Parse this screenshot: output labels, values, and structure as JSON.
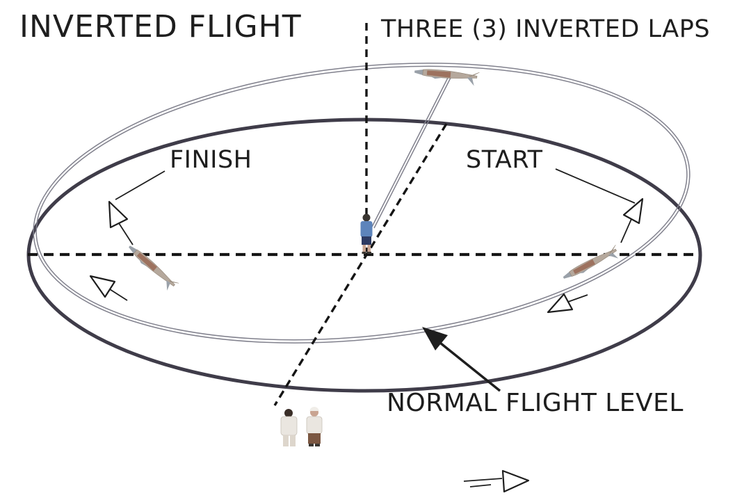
{
  "title": "INVERTED FLIGHT",
  "lap_note": "THREE (3) INVERTED LAPS",
  "labels": {
    "finish": "FINISH",
    "start": "START",
    "normal_flight_level": "NORMAL FLIGHT LEVEL"
  },
  "colors": {
    "background": "#ffffff",
    "ink": "#1e1e1e",
    "normal_level_ring": "#3f3c49",
    "inverted_path": "#81818d",
    "dashed_line": "#151515",
    "pilot_shirt": "#5d84bb",
    "pilot_shorts": "#2d3a62",
    "pilot_skin": "#c9a491",
    "plane_body": "#b5a89c",
    "plane_accent": "#95604b",
    "plane_metal": "#9aa1a9",
    "spectator_clothes": "#eae6e0",
    "spectator_pants": "#7b5742",
    "spectator_hair": "#3a2e28"
  }
}
